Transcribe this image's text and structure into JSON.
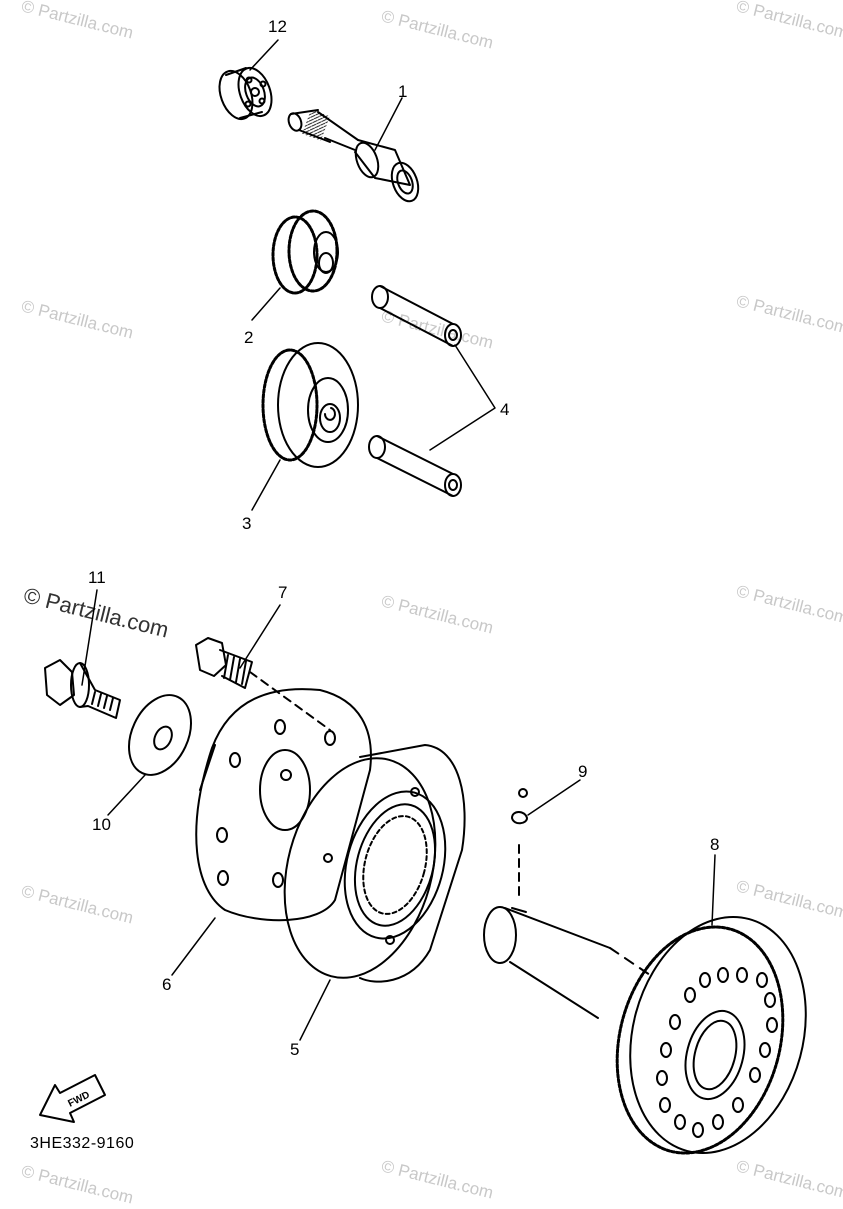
{
  "watermark": {
    "text": "© Partzilla.com",
    "prominent_text": "© Partzilla.com"
  },
  "diagram_code": "3HE332-9160",
  "fwd_label": "FWD",
  "parts": [
    {
      "number": "1",
      "name": "shaft"
    },
    {
      "number": "2",
      "name": "idler-gear-small"
    },
    {
      "number": "3",
      "name": "idler-gear-large"
    },
    {
      "number": "4",
      "name": "pins"
    },
    {
      "number": "5",
      "name": "starter-clutch"
    },
    {
      "number": "6",
      "name": "clutch-plate"
    },
    {
      "number": "7",
      "name": "bolt"
    },
    {
      "number": "8",
      "name": "wheel-gear"
    },
    {
      "number": "9",
      "name": "key"
    },
    {
      "number": "10",
      "name": "washer"
    },
    {
      "number": "11",
      "name": "flange-bolt"
    },
    {
      "number": "12",
      "name": "bearing"
    }
  ]
}
